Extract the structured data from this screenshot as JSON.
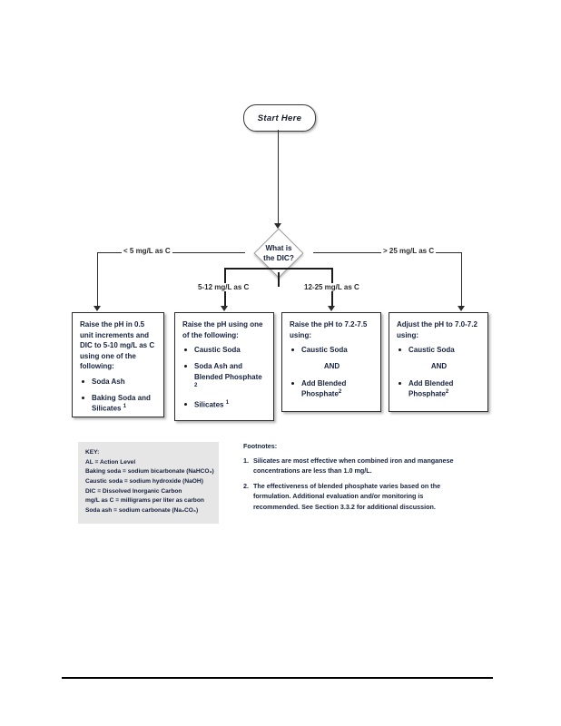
{
  "flowchart": {
    "start": {
      "label": "Start Here"
    },
    "decision": {
      "line1": "What is",
      "line2": "the DIC?"
    },
    "branches": {
      "left": "< 5 mg/L as C",
      "mid_left": "5-12 mg/L as C",
      "mid_right": "12-25 mg/L as C",
      "right": "> 25 mg/L as C"
    },
    "boxes": [
      {
        "heading": "Raise the pH in 0.5 unit increments and DIC to 5-10 mg/L as C using one of the following:",
        "items": [
          {
            "text": "Soda Ash",
            "sup": "",
            "bullet": true
          },
          {
            "text": "Baking Soda and Silicates",
            "sup": "1",
            "bullet": true
          }
        ]
      },
      {
        "heading": "Raise the pH using one of the following:",
        "items": [
          {
            "text": "Caustic Soda",
            "sup": "",
            "bullet": true
          },
          {
            "text": "Soda Ash and Blended Phosphate",
            "sup": "2",
            "bullet": true
          },
          {
            "text": "Silicates",
            "sup": "1",
            "bullet": true
          }
        ]
      },
      {
        "heading": "Raise the pH to 7.2-7.5 using:",
        "items": [
          {
            "text": "Caustic Soda",
            "sup": "",
            "bullet": true
          },
          {
            "text": "AND",
            "sup": "",
            "bullet": false
          },
          {
            "text": "Add Blended Phosphate",
            "sup": "2",
            "bullet": true
          }
        ]
      },
      {
        "heading": "Adjust the pH to 7.0-7.2 using:",
        "items": [
          {
            "text": "Caustic Soda",
            "sup": "",
            "bullet": true
          },
          {
            "text": "AND",
            "sup": "",
            "bullet": false
          },
          {
            "text": "Add Blended Phosphate",
            "sup": "2",
            "bullet": true
          }
        ]
      }
    ]
  },
  "key": {
    "title": "KEY:",
    "lines": [
      "AL = Action Level",
      "Baking soda = sodium bicarbonate (NaHCO₃)",
      "Caustic soda = sodium hydroxide (NaOH)",
      "DIC = Dissolved Inorganic Carbon",
      "mg/L as C = milligrams per liter as carbon",
      "Soda ash = sodium carbonate (Na₂CO₃)"
    ]
  },
  "footnotes": {
    "title": "Footnotes:",
    "items": [
      "Silicates are most effective when combined iron and manganese concentrations are less than 1.0 mg/L.",
      "The effectiveness of blended phosphate varies based on the formulation. Additional evaluation and/or monitoring is recommended. See Section 3.3.2 for additional discussion."
    ]
  }
}
